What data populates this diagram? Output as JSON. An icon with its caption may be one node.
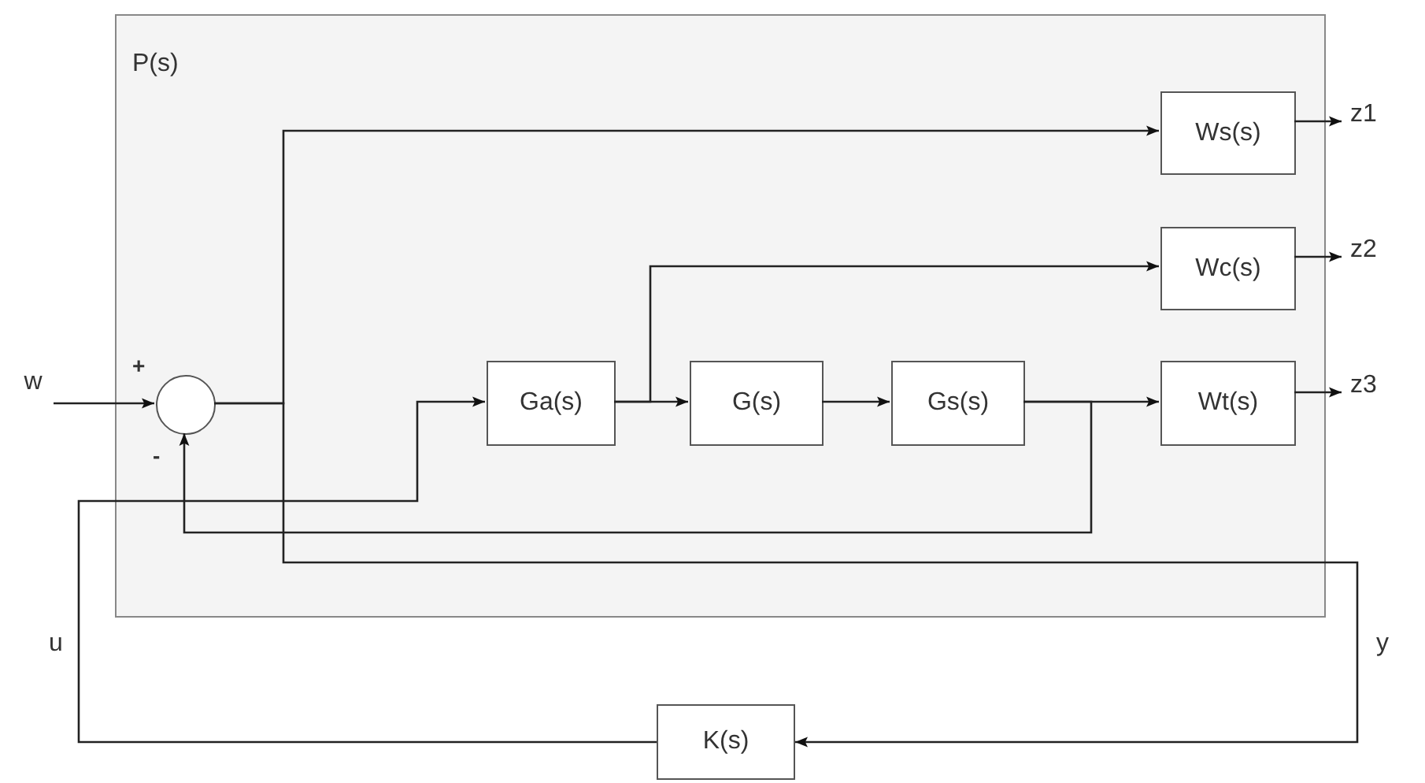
{
  "diagram": {
    "nodes": [
      {
        "text": [
          "P(s)"
        ]
      },
      {
        "text": [],
        "shape": "circle",
        "in": 0,
        "beside": [
          "+",
          "-"
        ]
      },
      {
        "text": [
          "Ws(s)"
        ],
        "in": 0
      },
      {
        "text": [
          "Wc(s)"
        ],
        "in": 0
      },
      {
        "text": [
          "Ga(s)"
        ],
        "in": 0
      },
      {
        "text": [
          "G(s)"
        ],
        "in": 0
      },
      {
        "text": [
          "Gs(s)"
        ],
        "in": 0
      },
      {
        "text": [
          "Wt(s)"
        ],
        "in": 0
      },
      {
        "text": [
          "K(s)"
        ]
      },
      {
        "text": [
          "w"
        ]
      },
      {
        "text": [
          "z1"
        ]
      },
      {
        "text": [
          "z2"
        ]
      },
      {
        "text": [
          "z3"
        ]
      }
    ],
    "edges": [
      {
        "from": 9,
        "to": 1,
        "arrow": "to"
      },
      {
        "from": 1,
        "to": 2,
        "arrow": "to"
      },
      {
        "from": 1,
        "to": 8,
        "arrow": "to"
      },
      {
        "from": 4,
        "to": 5,
        "arrow": "to"
      },
      {
        "from": 4,
        "to": 3,
        "arrow": "to"
      },
      {
        "from": 5,
        "to": 6,
        "arrow": "to"
      },
      {
        "from": 6,
        "to": 7,
        "arrow": "to"
      },
      {
        "from": 6,
        "to": 1,
        "arrow": "to"
      },
      {
        "from": 8,
        "to": 4,
        "arrow": "to"
      },
      {
        "from": 2,
        "to": 10,
        "arrow": "to"
      },
      {
        "from": 3,
        "to": 11,
        "arrow": "to"
      },
      {
        "from": 7,
        "to": 12,
        "arrow": "to"
      }
    ],
    "labels": [
      "u",
      "y"
    ]
  }
}
